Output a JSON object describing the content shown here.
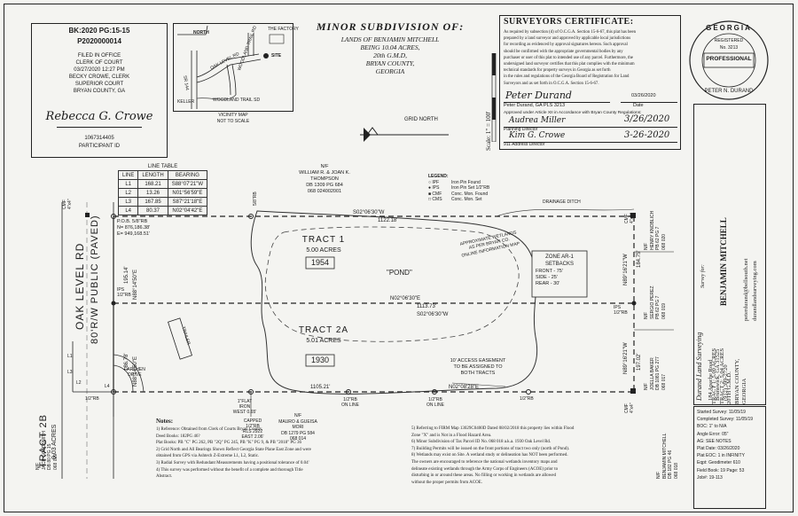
{
  "recording": {
    "book_page": "BK:2020 PG:15-15",
    "document_no": "P2020000014",
    "filed_lines": [
      "FILED IN OFFICE",
      "CLERK OF COURT",
      "03/27/2020 12:27 PM",
      "BECKY CROWE, CLERK",
      "SUPERIOR COURT",
      "BRYAN COUNTY, GA"
    ],
    "signature": "Rebecca G. Crowe",
    "id_number": "1067314405",
    "participant_label": "PARTICIPANT ID"
  },
  "vicinity_map": {
    "north_label": "NORTH",
    "factory_label": "THE FACTORY",
    "site_label": "SITE",
    "roads": [
      "OAK LEVEL RD",
      "WOODLAND TRAIL RD",
      "SR 144",
      "WOODLAND TRAIL SD",
      "KELLER"
    ],
    "caption": [
      "VICINITY MAP",
      "NOT TO SCALE"
    ]
  },
  "title_block": {
    "title": "MINOR SUBDIVISION OF:",
    "lines": [
      "LANDS OF BENJAMIN MITCHELL",
      "BEING 10.04 ACRES,",
      "20th G.M.D,",
      "BRYAN COUNTY,",
      "GEORGIA"
    ]
  },
  "scale_label": "Scale: 1\" = 100'",
  "grid_north": "GRID NORTH",
  "surveyor_cert": {
    "heading": "SURVEYORS CERTIFICATE:",
    "body": [
      "As required by subsection (d) of O.C.G.A. Section 15-6-67, this plat has been",
      "prepared by a land surveyor and approved by applicable local jurisdictions",
      "for recording as evidenced by approval signatures hereon. Such approval",
      "should be confirmed with the appropriate governmental bodies by any",
      "purchaser or user of this plat to intended use of any parcel. Furthermore, the",
      "undersigned land surveyor certifies that this plat complies with the minimum",
      "technical standards for property surveys in Georgia as set forth",
      "in the rules and regulations of the Georgia Board of Registration for Land",
      "Surveyors and as set forth in O.C.G.A. Section 15-6-67."
    ],
    "signature": "Peter Durand",
    "date": "03/26/2020",
    "signer": "Peter Durand, GA PLS 3213",
    "date_label": "Date",
    "approval_line": "Approved under Article XII in Accordance with Bryan County Regulations:",
    "approval_sig_1": "Audrea Miller",
    "approval_date_1": "3/26/2020",
    "approval_role_1": "Planning Director",
    "approval_sig_2": "Kim G. Crowe",
    "approval_date_2": "3-26-2020",
    "approval_role_2": "911 Address Director"
  },
  "seal": {
    "ring_top": "GEORGIA",
    "registered": "REGISTERED",
    "number": "No. 3213",
    "profession": "PROFESSIONAL",
    "ring_bottom": "PETER N. DURAND"
  },
  "firm": {
    "name": "Durand Land Surveying",
    "address": [
      "184 Apache Road",
      "Brunswick, GA 31525",
      "(912) 399-2720"
    ],
    "web": [
      "peterdurand@bellsouth.net",
      "durandlandsurveying.com"
    ]
  },
  "survey_for": {
    "label": "Survey for:",
    "name": "BENJAMIN MITCHELL",
    "tracts": [
      "TRACT 1: 5.00 ACRES",
      "TRACT 2: 5.04 ACRES",
      "20TH G.M.D.",
      "BRYAN COUNTY,",
      "GEORGIA"
    ]
  },
  "survey_info": [
    "Started Survey: 11/05/19",
    "Completed Survey: 11/05/19",
    "BOC: 1\" to N/A",
    "Angle Error: 05\"",
    "AG: SEE NOTES",
    "Plat Date: 03/26/2020",
    "Plat EOC: 1 in INFINITY",
    "Eqpt: Geodimeter 610",
    "Field Book: 19  Page: 53",
    "Job#: 19-113"
  ],
  "line_table": {
    "title": "LINE TABLE",
    "headers": [
      "LINE",
      "LENGTH",
      "BEARING"
    ],
    "rows": [
      [
        "L1",
        "168.21",
        "S88°07'21\"W"
      ],
      [
        "L2",
        "13.26",
        "N01°56'59\"E"
      ],
      [
        "L3",
        "167.85",
        "S87°21'18\"E"
      ],
      [
        "L4",
        "80.37",
        "N02°04'42\"E"
      ]
    ]
  },
  "north_owner": [
    "N/F",
    "WILLIAM R. & JOAN K.",
    "THOMPSON",
    "DB 1309 PG 684",
    "068 024002001"
  ],
  "legend": {
    "title": "LEGEND:",
    "items": [
      [
        "IPF",
        "Iron Pin Found"
      ],
      [
        "IPS",
        "Iron Pin Set 1/2\"RB"
      ],
      [
        "CMF",
        "Conc. Mon. Found"
      ],
      [
        "CMS",
        "Conc. Mon. Set"
      ]
    ]
  },
  "drainage": "DRAINAGE DITCH",
  "pob": [
    "P.O.B. 5/8\"RB",
    "N= 876,186.38'",
    "E= 949,168.51'"
  ],
  "bearings": {
    "top": "S02°06'30\"W",
    "top_dist": "1122.18'",
    "mid": "N02°06'30\"E",
    "mid_dist1": "1113.73'",
    "mid_bearing2": "S02°06'30\"W",
    "bottom_dist": "1105.21'",
    "bottom": "N02°08'28\"E",
    "left_upper": "195.14'",
    "left_upper_b": "N88°14'50\"E",
    "left_lower": "186.78'",
    "left_lower_b": "N88°14'50\"E",
    "right_upper": "184.75'",
    "right_upper_b": "N89°16'21\"W",
    "right_lower": "197.02'",
    "right_lower_b": "N89°16'21\"W"
  },
  "tract1": {
    "name": "TRACT 1",
    "acres": "5.00 ACRES",
    "number": "1954"
  },
  "tract2a": {
    "name": "TRACT 2A",
    "acres": "5.01 ACRES",
    "number": "1930"
  },
  "pond": "\"POND\"",
  "wetlands": [
    "APPROXIMATE WETLANDS",
    "AS PER BRYAN CO.",
    "ONLINE INFORMATION MAP"
  ],
  "zone": {
    "title": [
      "ZONE AR-1",
      "SETBACKS"
    ],
    "items": [
      "FRONT - 75'",
      "SIDE - 25'",
      "REAR - 30'"
    ]
  },
  "easement": [
    "10' ACCESS EASEMENT",
    "TO BE ASSIGNED TO",
    "BOTH TRACTS"
  ],
  "trailer": "TRAILER",
  "earthen_drive": [
    "EARTHEN",
    "DRIVE"
  ],
  "road": {
    "name": "OAK LEVEL RD",
    "row": "80'R/W PUBLIC (PAVED)"
  },
  "tract2b": {
    "name": "TRACT 2B",
    "acres": "0.03 ACRES"
  },
  "west_owner": [
    "N/F",
    "JACK GOLDSMITH",
    "DB 80 PG 15",
    "068 029"
  ],
  "south_owner": [
    "N/F",
    "MAURO & GUEISA",
    "MORI",
    "DB 1279 PG 584",
    "068 014"
  ],
  "east_owner_upper": [
    "N/F",
    "HENRY KNOBLICH",
    "PB 62 PG 7",
    "068 020"
  ],
  "east_owner_mid": [
    "N/F",
    "SERGIO PEREZ",
    "PB 62 PG 7",
    "068 019"
  ],
  "east_owner_lower": [
    "N/F",
    "JOELLA BAKER",
    "DB 1081 PG 277",
    "068 017"
  ],
  "southeast_owner": [
    "N/F",
    "BENJAMIN MITCHELL",
    "DB 182 PG 46",
    "068 018"
  ],
  "pins": {
    "top_mid": "5/8\"RB",
    "ips_left": [
      "IPS",
      "1/2\"RB"
    ],
    "ips_right": [
      "IPS",
      "1/2\"RB"
    ],
    "cmf_top_left": [
      "CMF",
      "4\"x4\""
    ],
    "cmf_top_right": [
      "CMF",
      "4\"x4\""
    ],
    "cmf_bottom_right": [
      "CMF",
      "4\"x4\""
    ],
    "bottom_flat": [
      "1\"FLAT",
      "IRON",
      "WEST 0.65'"
    ],
    "bottom_capped": [
      "CAPPED",
      "1/2\"RB",
      "RLS 2922",
      "EAST 2.06'"
    ],
    "on_line_1": [
      "1/2\"RB",
      "ON LINE"
    ],
    "on_line_2": [
      "1/2\"RB",
      "ON LINE"
    ],
    "rb_left": "1/2\"RB",
    "rb_bottom_right": "1/2\"RB"
  },
  "notes": {
    "title": "Notes:",
    "left": [
      "1) Reference: Obtained from Clerk of Courts Bryan County.",
      "   Deed Books: 182PG 46?",
      "   Plat Books: PB \"C\" PG 262, PB \"2Q\" PG 245, PB \"K\" PG 9, & PB \"2018\" PG 36",
      "2) Grid North and All Bearings Shown Reflect Georgia State Plane East Zone and were",
      "   obtained from GPS via Ashtech Z-Extreme L1, L2, Static.",
      "3) Radial Survey with Redundant Measurements having a positional tolerance of 0.04'",
      "4) This survey was performed without the benefit of a complete and thorough Title",
      "   Abstract."
    ],
    "right": [
      "5) Referring to FIRM Map 13029C0400D Dated 08/02/2018 this property lies within Flood",
      "   Zone \"X\" and is Not in a Flood Hazard Area.",
      "6) Minor Subdivision of Tax Parcel ID No. 068 018 a.k.a. 1930 Oak Level Rd.",
      "7) Building Permits will be issued on the front portions of tract two only (north of Pond).",
      "8) Wetlands may exist on Site. A wetland study or delineation has NOT been performed.",
      "   The owners are encouraged to reference the national wetlands inventory maps and",
      "   delineate existing wetlands through the Army Corps of Engineers (ACOE) prior to",
      "   disturbing in or around these areas. No filling or working in wetlands are allowed",
      "   without the proper permits from ACOE."
    ]
  },
  "line_labels": [
    "L1",
    "L2",
    "L3",
    "L4"
  ]
}
